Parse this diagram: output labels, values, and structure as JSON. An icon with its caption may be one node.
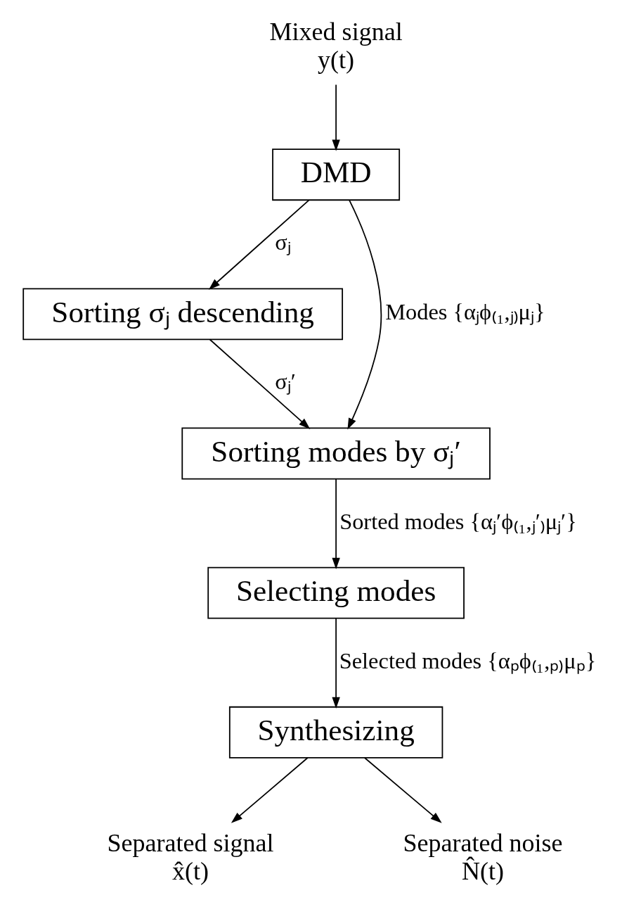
{
  "diagram": {
    "nodes": [
      {
        "text": [
          "Mixed signal",
          "y(t)"
        ]
      },
      {
        "text": [
          "DMD"
        ]
      },
      {
        "text": [
          "Sorting σⱼ descending"
        ]
      },
      {
        "text": [
          "Sorting modes by σⱼ′"
        ]
      },
      {
        "text": [
          "Selecting modes"
        ]
      },
      {
        "text": [
          "Synthesizing"
        ]
      },
      {
        "text": [
          "Separated signal",
          "x̂(t)"
        ]
      },
      {
        "text": [
          "Separated noise",
          "N̂(t)"
        ]
      }
    ],
    "edges": [
      {
        "from": 0,
        "to": 1,
        "arrow": "to"
      },
      {
        "from": 1,
        "to": 2,
        "arrow": "to",
        "label": "σⱼ"
      },
      {
        "from": 1,
        "to": 3,
        "arrow": "to",
        "label": "Modes {αⱼϕ₍₁,ⱼ₎μⱼ}"
      },
      {
        "from": 2,
        "to": 3,
        "arrow": "to",
        "label": "σⱼ′"
      },
      {
        "from": 3,
        "to": 4,
        "arrow": "to",
        "label": "Sorted modes {αⱼ′ϕ₍₁,ⱼ′₎μⱼ′}"
      },
      {
        "from": 4,
        "to": 5,
        "arrow": "to",
        "label": "Selected modes {αₚϕ₍₁,ₚ₎μₚ}"
      },
      {
        "from": 5,
        "to": 6,
        "arrow": "to"
      },
      {
        "from": 5,
        "to": 7,
        "arrow": "to"
      }
    ]
  }
}
